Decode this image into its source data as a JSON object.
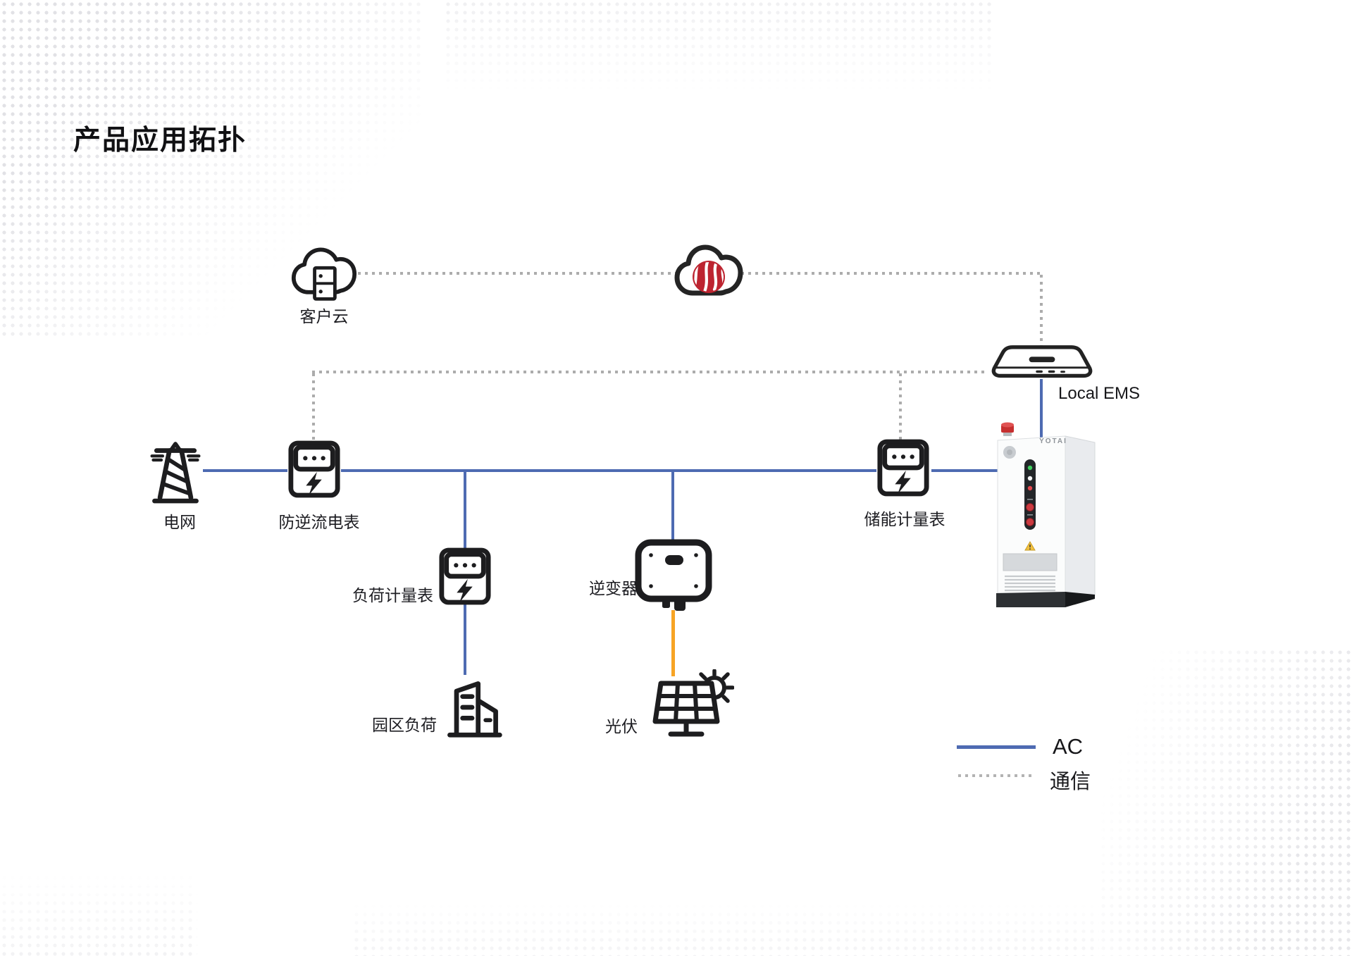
{
  "title": "产品应用拓扑",
  "nodes": {
    "customer_cloud": {
      "label": "客户云",
      "icon": "cloud-server-icon"
    },
    "vendor_cloud": {
      "icon": "brand-cloud-icon",
      "logo_color": "#bd2430"
    },
    "local_ems": {
      "label": "Local EMS",
      "icon": "ems-gateway-icon"
    },
    "grid": {
      "label": "电网",
      "icon": "transmission-tower-icon"
    },
    "anti_backflow_meter": {
      "label": "防逆流电表",
      "icon": "energy-meter-icon"
    },
    "load_meter": {
      "label": "负荷计量表",
      "icon": "energy-meter-icon"
    },
    "storage_meter": {
      "label": "储能计量表",
      "icon": "energy-meter-icon"
    },
    "park_load": {
      "label": "园区负荷",
      "icon": "building-icon"
    },
    "inverter": {
      "label": "逆变器",
      "icon": "inverter-icon"
    },
    "pv": {
      "label": "光伏",
      "icon": "solar-panel-icon"
    },
    "battery_cabinet": {
      "brand": "YOTAI",
      "icon": "battery-cabinet-graphic"
    }
  },
  "legend": {
    "ac": {
      "label": "AC",
      "style": "solid",
      "color": "#4e6bb2"
    },
    "comm": {
      "label": "通信",
      "style": "dotted",
      "color": "#acacac"
    }
  },
  "colors": {
    "ac_line": "#4e6bb2",
    "dc_line": "#f7a425",
    "comm_line": "#acacac",
    "icon_stroke": "#1d1d1f",
    "logo_red": "#bd2430",
    "background": "#ffffff"
  },
  "edges": [
    {
      "from": "grid",
      "to": "anti_backflow_meter",
      "type": "ac"
    },
    {
      "from": "anti_backflow_meter",
      "to": "storage_meter",
      "type": "ac"
    },
    {
      "from": "ac_bus",
      "to": "load_meter",
      "type": "ac"
    },
    {
      "from": "load_meter",
      "to": "park_load",
      "type": "ac"
    },
    {
      "from": "ac_bus",
      "to": "inverter",
      "type": "ac"
    },
    {
      "from": "inverter",
      "to": "pv",
      "type": "dc"
    },
    {
      "from": "storage_meter",
      "to": "battery_cabinet",
      "type": "ac"
    },
    {
      "from": "local_ems",
      "to": "battery_cabinet",
      "type": "ac"
    },
    {
      "from": "customer_cloud",
      "to": "vendor_cloud",
      "type": "comm"
    },
    {
      "from": "vendor_cloud",
      "to": "local_ems",
      "type": "comm"
    },
    {
      "from": "anti_backflow_meter",
      "to": "local_ems",
      "type": "comm"
    },
    {
      "from": "storage_meter",
      "to": "local_ems",
      "type": "comm"
    }
  ]
}
